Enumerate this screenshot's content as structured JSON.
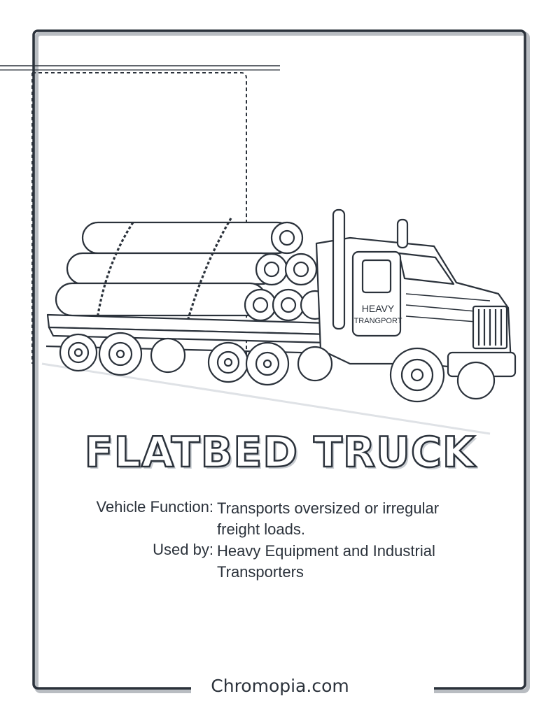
{
  "title": "FLATBED TRUCK",
  "truck_door_text": [
    "HEAVY",
    "TRANGPORT"
  ],
  "info": {
    "function_label": "Vehicle Function:",
    "function_value": "Transports oversized or irregular freight loads.",
    "used_by_label": "Used by:",
    "used_by_value": "Heavy Equipment and Industrial Transporters"
  },
  "footer": "Chromopia.com",
  "colors": {
    "ink": "#2b323b",
    "shadow": "#c9cdd2",
    "paper": "#ffffff"
  }
}
